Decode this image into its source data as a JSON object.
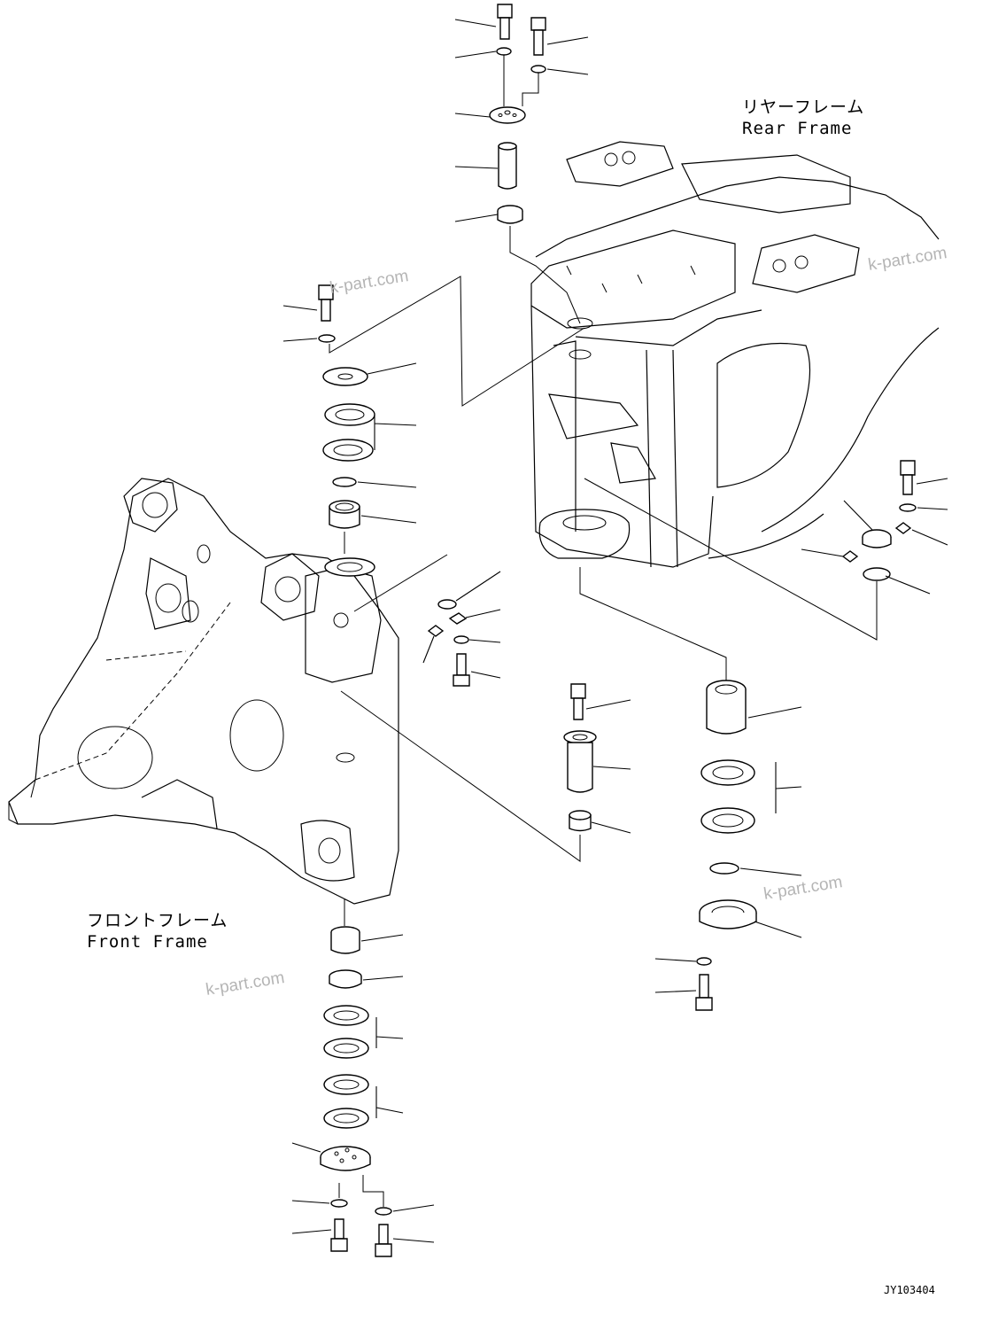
{
  "labels": {
    "rear_frame_jp": "リヤーフレーム",
    "rear_frame_en": "Rear Frame",
    "front_frame_jp": "フロントフレーム",
    "front_frame_en": "Front Frame"
  },
  "watermarks": [
    "k-part.com",
    "k-part.com",
    "k-part.com",
    "k-part.com"
  ],
  "drawing_code": "JY103404"
}
